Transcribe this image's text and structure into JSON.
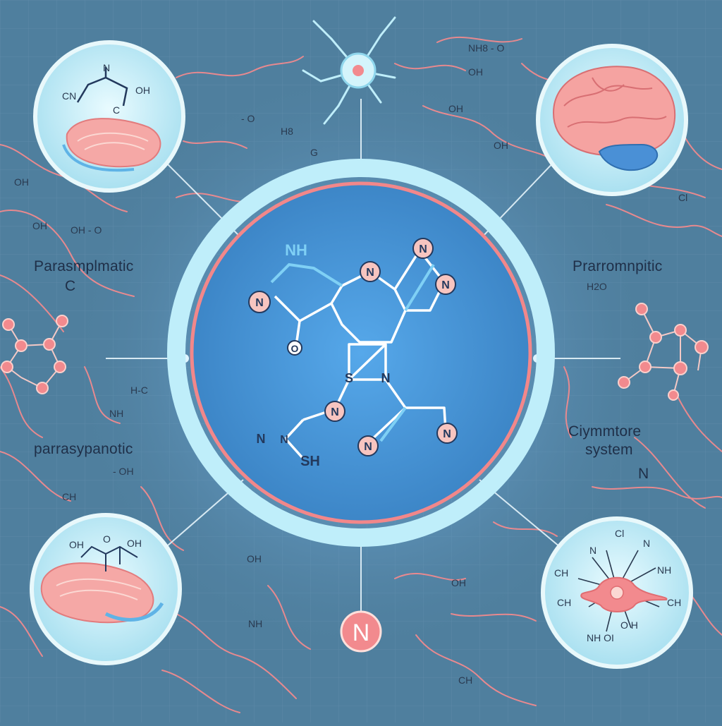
{
  "colors": {
    "background": "#4f7f9e",
    "grid": "#5d8aa8",
    "nerve": "#f08a8e",
    "ring_outer": "#bfeefa",
    "ring_accent": "#f2878a",
    "center_fill": "#4c95d6",
    "atom_fill": "#f7c5c0"
  },
  "labels": {
    "left_upper": "Parasmplmatic",
    "left_upper_sub": "C",
    "left_lower": "parrasypanotic",
    "right_upper": "Prarromnpitic",
    "right_lower_1": "Ciymmtore",
    "right_lower_2": "system",
    "right_lower_n": "N"
  },
  "molecule": {
    "nh": "NH",
    "n1": "N",
    "n2": "N",
    "n3": "N",
    "n4": "N",
    "n5": "N",
    "n6": "N",
    "n7": "N",
    "n8": "N",
    "o": "O",
    "s_ring": "S",
    "n_ring": "N",
    "n_chain": "N",
    "sh": "SH",
    "bottom_node": "N"
  },
  "formulas": {
    "f1": "NH8 - O",
    "f2": "OH",
    "f3": "OH",
    "f4": "OH",
    "f5": "- O",
    "f6": "H8",
    "f7": "G",
    "f8": "OH",
    "f9": "OH",
    "f10": "OH - O",
    "f11": "H-C",
    "f12": "NH",
    "f13": "- OH",
    "f14": "CH",
    "f15": "H2O",
    "f16": "Cl",
    "f17": "OH",
    "f18": "OH",
    "f19": "NH",
    "f20": "CH"
  },
  "inset_top_left": {
    "cn": "CN",
    "n": "N",
    "oh": "OH",
    "c": "C"
  },
  "inset_bottom_left": {
    "o1": "OH",
    "o2": "O",
    "o3": "OH"
  },
  "inset_bottom_right": {
    "cl": "Cl",
    "n1": "N",
    "n2": "N",
    "nh": "NH",
    "ch1": "CH",
    "ch2": "CH",
    "oh": "O H",
    "bottom": "NH  OI"
  }
}
